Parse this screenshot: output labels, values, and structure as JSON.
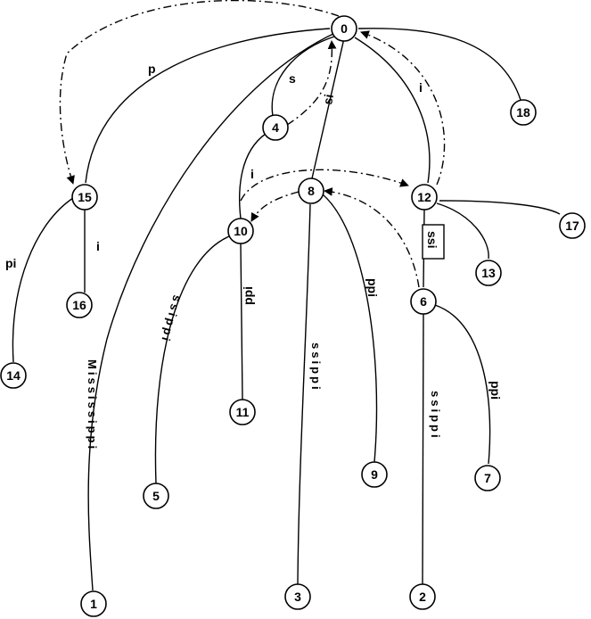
{
  "nodes": {
    "n0": "0",
    "n1": "1",
    "n2": "2",
    "n3": "3",
    "n4": "4",
    "n5": "5",
    "n6": "6",
    "n7": "7",
    "n8": "8",
    "n9": "9",
    "n10": "10",
    "n11": "11",
    "n12": "12",
    "n13": "13",
    "n14": "14",
    "n15": "15",
    "n16": "16",
    "n17": "17",
    "n18": "18"
  },
  "edge_labels": {
    "p": "p",
    "s": "s",
    "si": "si",
    "i_root": "i",
    "i_15_16": "i",
    "pi": "pi",
    "i_link": "i",
    "ssi_box": "ssi",
    "ppi_10_11": "ppi",
    "ssippi_10_5": "ssippi",
    "ppi_8_9": "ppi",
    "ssippi_8_3": "ssippi",
    "mississippi": "Mississippi",
    "ssippi_6_2": "ssippi",
    "ppi_6_7": "ppi"
  }
}
